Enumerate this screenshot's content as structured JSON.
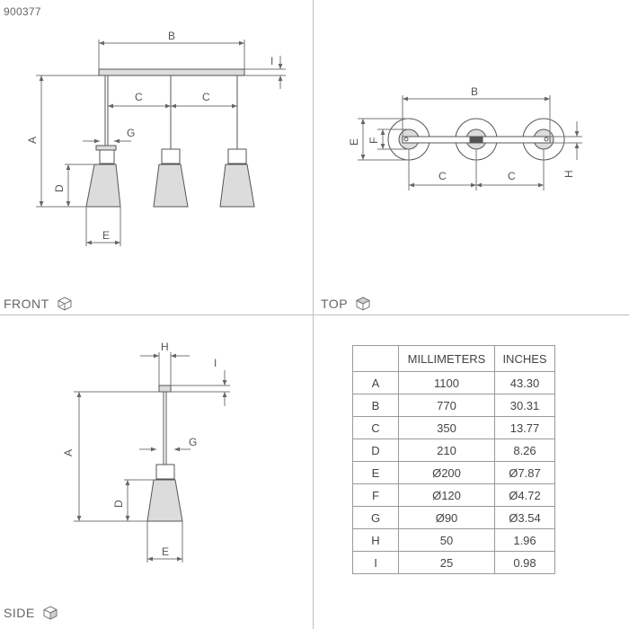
{
  "product_code": "900377",
  "views": {
    "front": {
      "label": "FRONT",
      "icon": "cube-front-icon"
    },
    "top": {
      "label": "TOP",
      "icon": "cube-top-icon"
    },
    "side": {
      "label": "SIDE",
      "icon": "cube-side-icon"
    }
  },
  "dimension_letters": {
    "A": "A",
    "B": "B",
    "C": "C",
    "D": "D",
    "E": "E",
    "F": "F",
    "G": "G",
    "H": "H",
    "I": "I"
  },
  "table": {
    "headers": [
      "",
      "MILLIMETERS",
      "INCHES"
    ],
    "rows": [
      {
        "key": "A",
        "mm": "1100",
        "in": "43.30"
      },
      {
        "key": "B",
        "mm": "770",
        "in": "30.31"
      },
      {
        "key": "C",
        "mm": "350",
        "in": "13.77"
      },
      {
        "key": "D",
        "mm": "210",
        "in": "8.26"
      },
      {
        "key": "E",
        "mm": "Ø200",
        "in": "Ø7.87"
      },
      {
        "key": "F",
        "mm": "Ø120",
        "in": "Ø4.72"
      },
      {
        "key": "G",
        "mm": "Ø90",
        "in": "Ø3.54"
      },
      {
        "key": "H",
        "mm": "50",
        "in": "1.96"
      },
      {
        "key": "I",
        "mm": "25",
        "in": "0.98"
      }
    ]
  },
  "colors": {
    "line": "#555555",
    "dim": "#777777",
    "shade": "#dcdcdc",
    "divider": "#bfbfbf"
  }
}
